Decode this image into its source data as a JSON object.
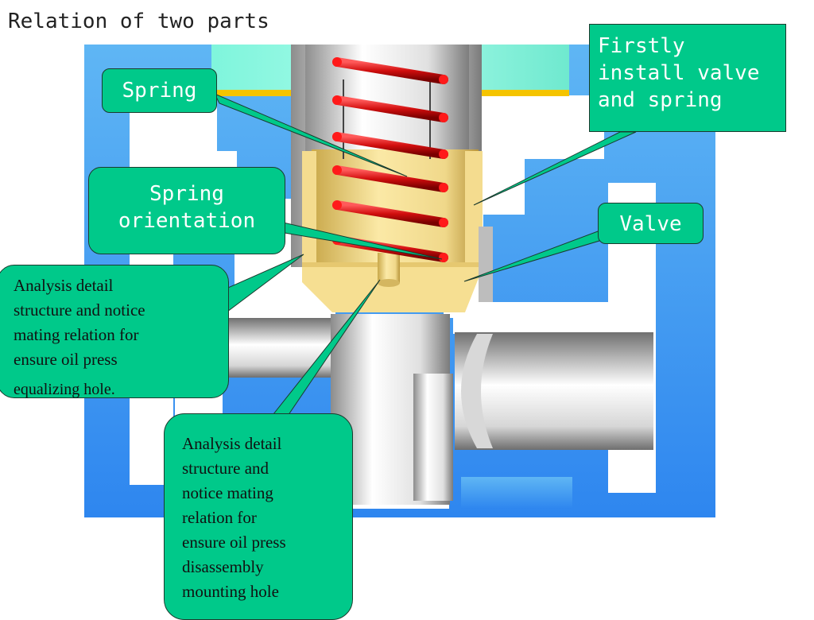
{
  "title": "Relation of two parts",
  "callouts": {
    "spring": "Spring",
    "orientation": [
      "Spring",
      "orientation"
    ],
    "first": [
      "Firstly",
      "install valve",
      "and spring"
    ],
    "valve": "Valve",
    "analysis1": [
      "Analysis detail",
      "structure and notice",
      "mating relation for",
      "ensure oil press",
      "equalizing hole."
    ],
    "analysis2": [
      "Analysis detail",
      "structure and",
      "notice mating",
      "relation for",
      "ensure oil press",
      "disassembly",
      "mounting hole"
    ]
  },
  "colors": {
    "callout_fill": "#00c98a",
    "background_blue": "#3f9bf2",
    "spring_red": "#d91515",
    "valve_yellow": "#f4dc8f",
    "top_plate_cyan": "#7ff5dc"
  }
}
